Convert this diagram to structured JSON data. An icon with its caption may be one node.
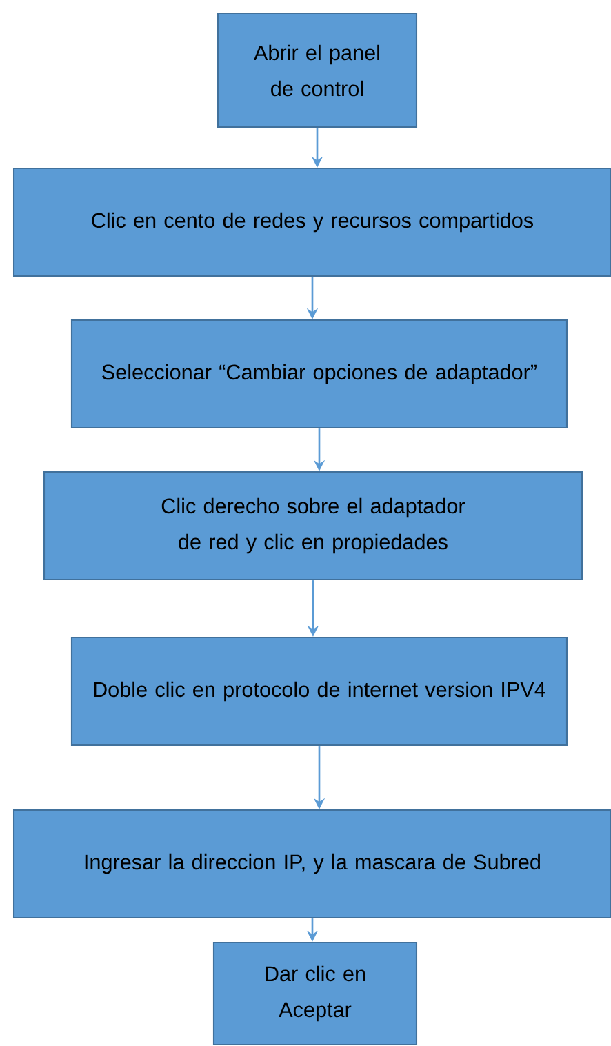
{
  "diagram": {
    "nodes": [
      {
        "text": [
          "Abrir el panel de control"
        ]
      },
      {
        "text": [
          "Clic en cento de redes y recursos compartidos"
        ]
      },
      {
        "text": [
          "Seleccionar “Cambiar opciones de adaptador”"
        ]
      },
      {
        "text": [
          "Clic derecho sobre el adaptador de red y clic en propiedades"
        ]
      },
      {
        "text": [
          "Doble clic en protocolo de internet version IPV4"
        ]
      },
      {
        "text": [
          "Ingresar la direccion IP, y la mascara de Subred"
        ]
      },
      {
        "text": [
          "Dar clic en Aceptar"
        ]
      }
    ],
    "edges": [
      {
        "from": 0,
        "to": 1,
        "arrow": "to"
      },
      {
        "from": 1,
        "to": 2,
        "arrow": "to"
      },
      {
        "from": 2,
        "to": 3,
        "arrow": "to"
      },
      {
        "from": 3,
        "to": 4,
        "arrow": "to"
      },
      {
        "from": 4,
        "to": 5,
        "arrow": "to"
      },
      {
        "from": 5,
        "to": 6,
        "arrow": "to"
      }
    ]
  }
}
